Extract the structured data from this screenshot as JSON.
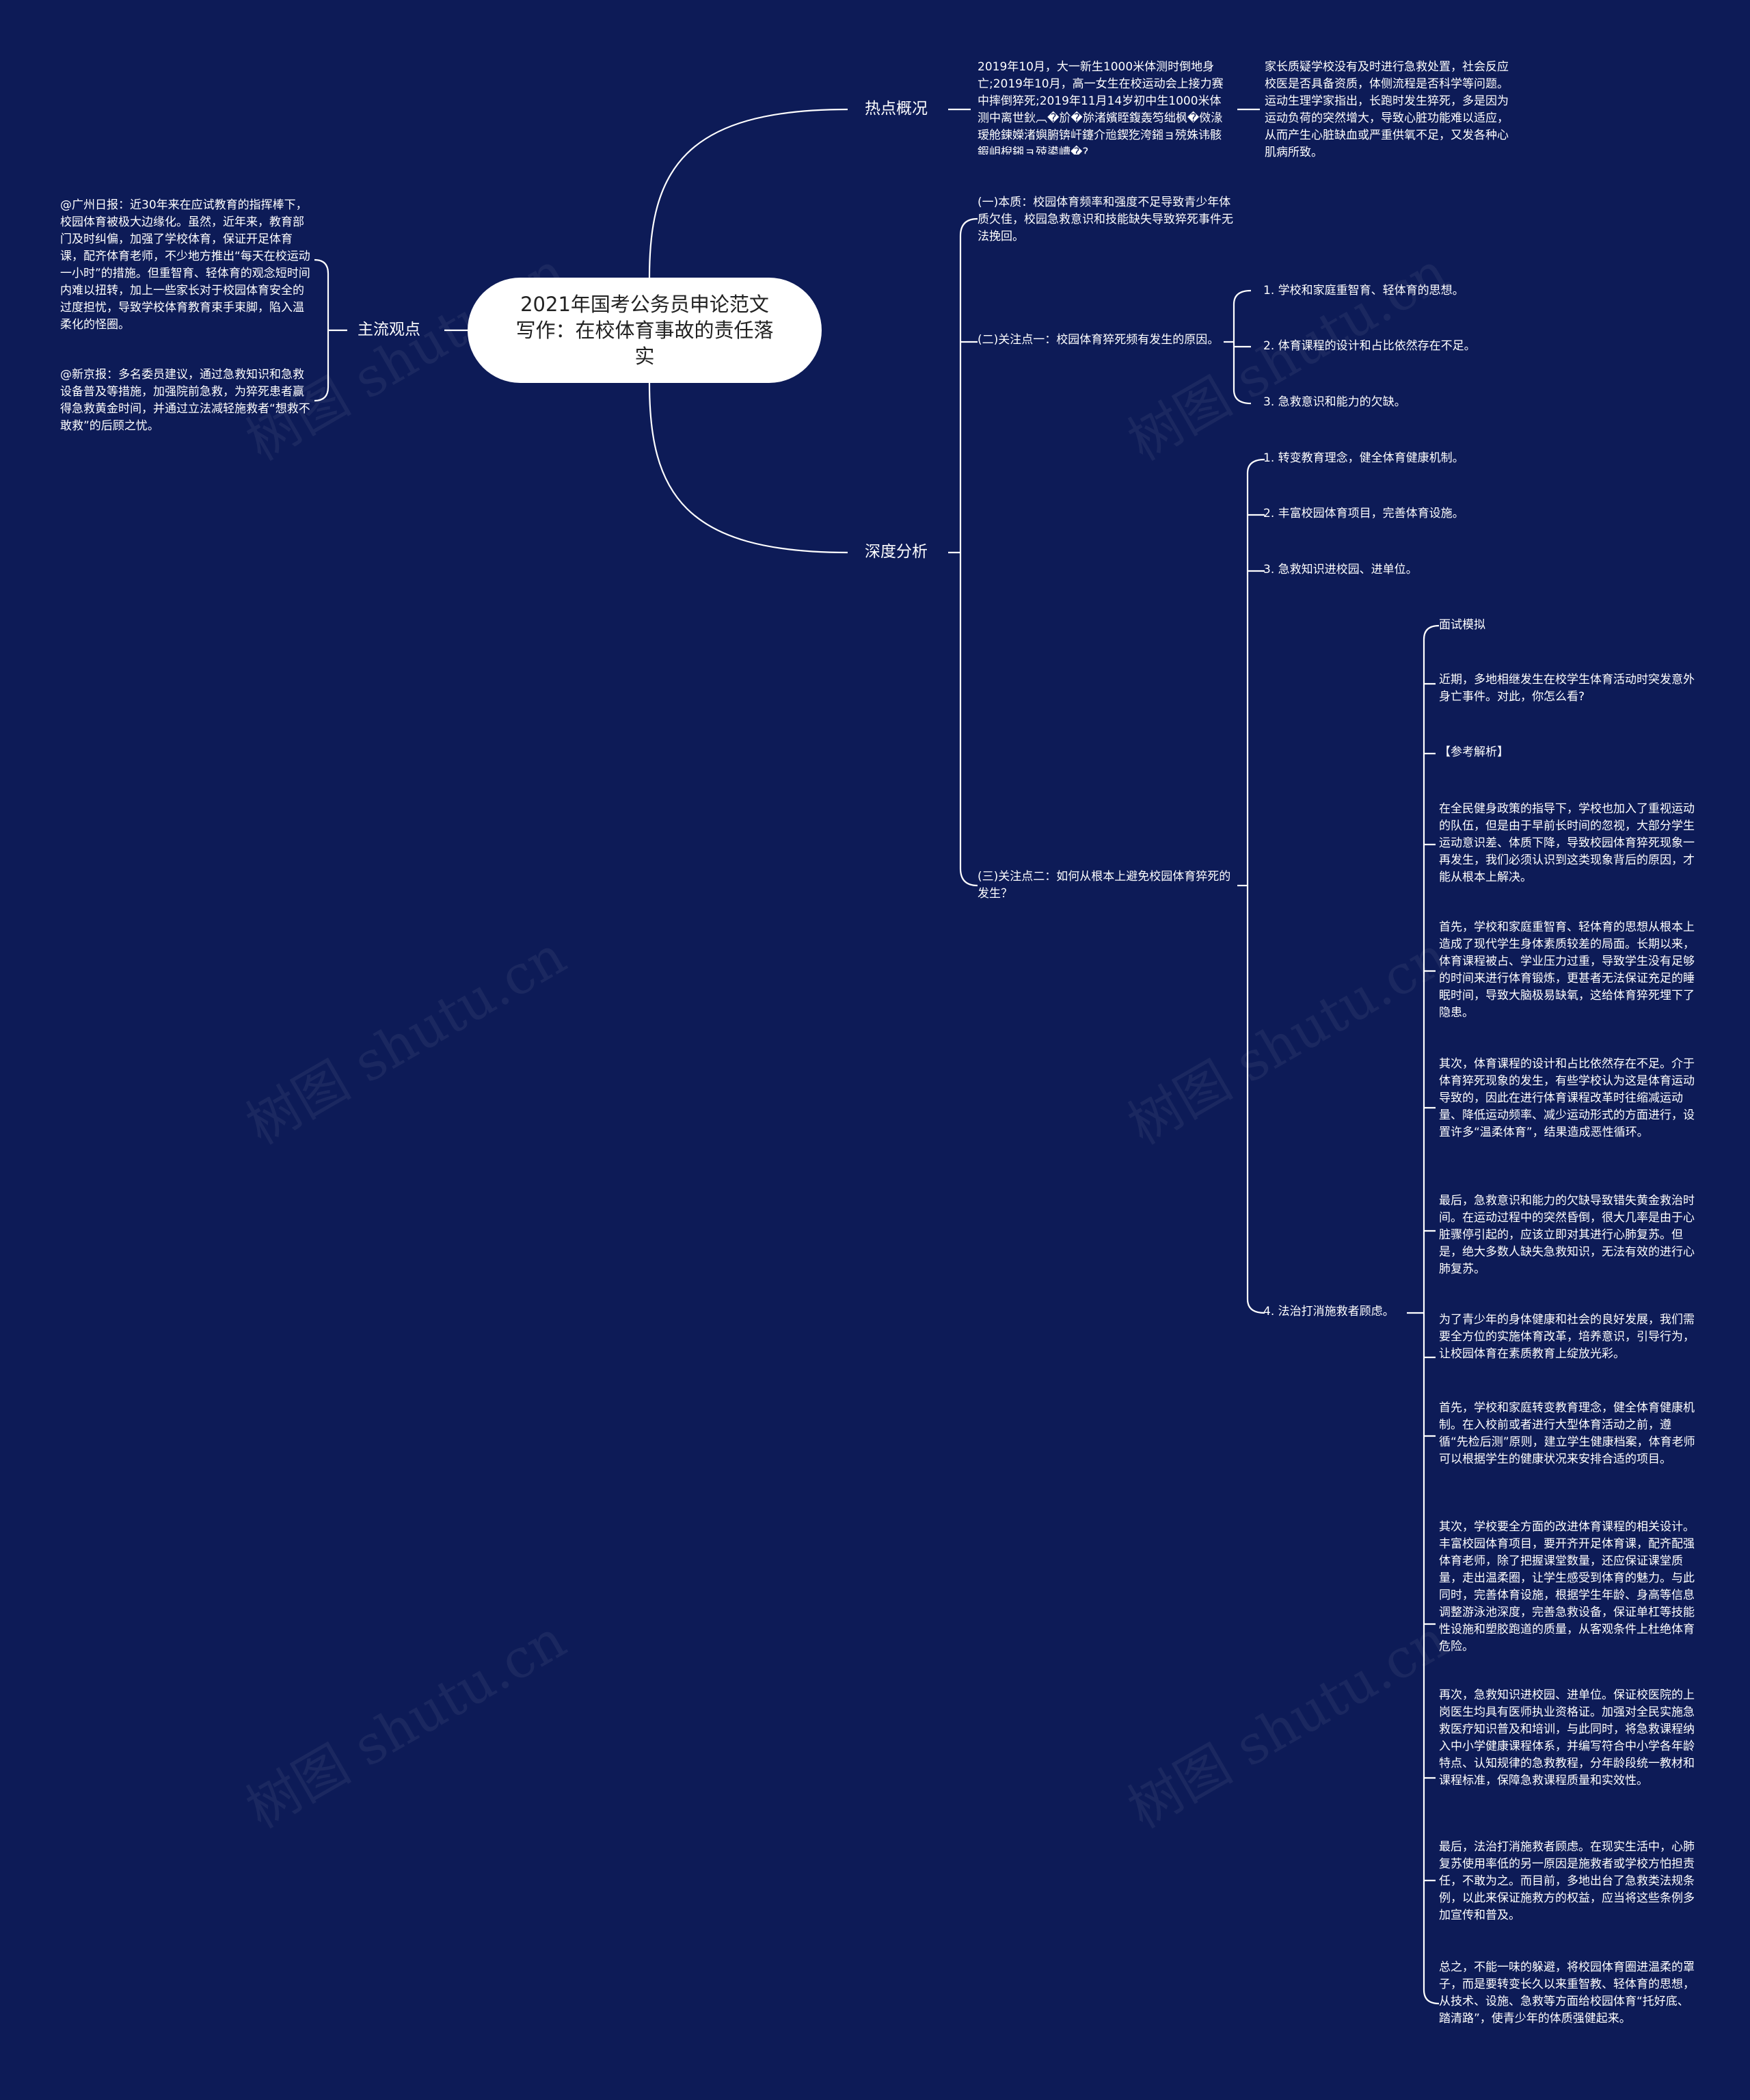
{
  "root": {
    "title": "2021年国考公务员申论范文写作：在校体育事故的责任落实"
  },
  "watermark": "树图 shutu.cn",
  "branches": {
    "hotspot": "热点概况",
    "mainview": "主流观点",
    "analysis": "深度分析"
  },
  "hotspot": {
    "events": "2019年10月，大一新生1000米体测时倒地身亡;2019年10月，高一女生在校运动会上接力赛中摔倒猝死;2019年11月14岁初中生1000米体测中离世鈥︹�斺�旀渚嬪眰鍑轰笉绌枫�傚湪瑷舱鍊嬫渚嬩腑锛屽鑳介兘鍥犵洿鎺ョ殑姝讳骸鍜岄棿鎺ョ殑鍙嶆�?",
    "parents": "家长质疑学校没有及时进行急救处置，社会反应校医是否具备资质，体侧流程是否科学等问题。运动生理学家指出，长跑时发生猝死，多是因为运动负荷的突然增大，导致心脏功能难以适应，从而产生心脏缺血或严重供氧不足，又发各种心肌病所致。"
  },
  "mainview": {
    "guangzhou": "@广州日报：近30年来在应试教育的指挥棒下，校园体育被极大边缘化。虽然，近年来，教育部门及时纠偏，加强了学校体育，保证开足体育课，配齐体育老师，不少地方推出“每天在校运动一小时”的措施。但重智育、轻体育的观念短时间内难以扭转，加上一些家长对于校园体育安全的过度担忧，导致学校体育教育束手束脚，陷入温柔化的怪圈。",
    "xinjing": "@新京报：多名委员建议，通过急救知识和急救设备普及等措施，加强院前急救，为猝死患者赢得急救黄金时间，并通过立法减轻施救者“想救不敢救”的后顾之忧。"
  },
  "analysis": {
    "essence": "(一)本质：校园体育频率和强度不足导致青少年体质欠佳，校园急救意识和技能缺失导致猝死事件无法挽回。",
    "focus1": "(二)关注点一：校园体育猝死频有发生的原因。",
    "reasons": [
      "1. 学校和家庭重智育、轻体育的思想。",
      "2. 体育课程的设计和占比依然存在不足。",
      "3. 急救意识和能力的欠缺。"
    ],
    "focus2": "(三)关注点二：如何从根本上避免校园体育猝死的发生？",
    "measures": [
      "1. 转变教育理念，健全体育健康机制。",
      "2. 丰富校园体育项目，完善体育设施。",
      "3. 急救知识进校园、进单位。",
      "4. 法治打消施救者顾虑。"
    ],
    "interview": [
      "面试模拟",
      "近期，多地相继发生在校学生体育活动时突发意外身亡事件。对此，你怎么看?",
      "【参考解析】",
      "在全民健身政策的指导下，学校也加入了重视运动的队伍，但是由于早前长时间的忽视，大部分学生运动意识差、体质下降，导致校园体育猝死现象一再发生，我们必须认识到这类现象背后的原因，才能从根本上解决。",
      "首先，学校和家庭重智育、轻体育的思想从根本上造成了现代学生身体素质较差的局面。长期以来，体育课程被占、学业压力过重，导致学生没有足够的时间来进行体育锻炼，更甚者无法保证充足的睡眠时间，导致大脑极易缺氧，这给体育猝死埋下了隐患。",
      "其次，体育课程的设计和占比依然存在不足。介于体育猝死现象的发生，有些学校认为这是体育运动导致的，因此在进行体育课程改革时往缩减运动量、降低运动频率、减少运动形式的方面进行，设置许多“温柔体育”，结果造成恶性循环。",
      "最后，急救意识和能力的欠缺导致错失黄金救治时间。在运动过程中的突然昏倒，很大几率是由于心脏骤停引起的，应该立即对其进行心肺复苏。但是，绝大多数人缺失急救知识，无法有效的进行心肺复苏。",
      "为了青少年的身体健康和社会的良好发展，我们需要全方位的实施体育改革，培养意识，引导行为，让校园体育在素质教育上绽放光彩。",
      "首先，学校和家庭转变教育理念，健全体育健康机制。在入校前或者进行大型体育活动之前，遵循“先检后测”原则，建立学生健康档案，体育老师可以根据学生的健康状况来安排合适的项目。",
      "其次，学校要全方面的改进体育课程的相关设计。丰富校园体育项目，要开齐开足体育课，配齐配强体育老师，除了把握课堂数量，还应保证课堂质量，走出温柔圈，让学生感受到体育的魅力。与此同时，完善体育设施，根据学生年龄、身高等信息调整游泳池深度，完善急救设备，保证单杠等技能性设施和塑胶跑道的质量，从客观条件上杜绝体育危险。",
      "再次，急救知识进校园、进单位。保证校医院的上岗医生均具有医师执业资格证。加强对全民实施急救医疗知识普及和培训，与此同时，将急救课程纳入中小学健康课程体系，并编写符合中小学各年龄特点、认知规律的急救教程，分年龄段统一教材和课程标准，保障急救课程质量和实效性。",
      "最后，法治打消施救者顾虑。在现实生活中，心肺复苏使用率低的另一原因是施救者或学校方怕担责任，不敢为之。而目前，多地出台了急救类法规条例，以此来保证施救方的权益，应当将这些条例多加宣传和普及。",
      "总之，不能一味的躲避，将校园体育圈进温柔的罩子，而是要转变长久以来重智教、轻体育的思想，从技术、设施、急救等方面给校园体育“托好底、踏清路”，使青少年的体质强健起来。"
    ]
  },
  "colors": {
    "background": "#0d1b57",
    "line": "#ffffff",
    "root_fill": "#ffffff",
    "root_text": "#222222"
  }
}
